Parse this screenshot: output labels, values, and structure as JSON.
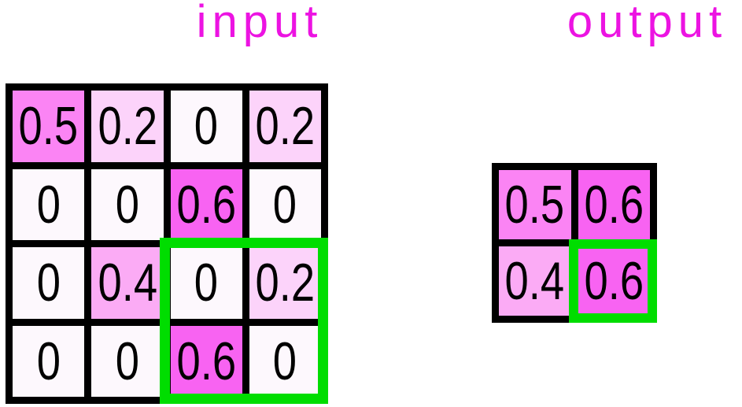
{
  "input_panel": {
    "title": "input",
    "grid": {
      "rows": [
        [
          "0.5",
          "0.2",
          "0",
          "0.2"
        ],
        [
          "0",
          "0",
          "0.6",
          "0"
        ],
        [
          "0",
          "0.4",
          "0",
          "0.2"
        ],
        [
          "0",
          "0",
          "0.6",
          "0"
        ]
      ]
    }
  },
  "output_panel": {
    "title": "output",
    "grid": {
      "rows": [
        [
          "0.5",
          "0.6"
        ],
        [
          "0.4",
          "0.6"
        ]
      ]
    }
  },
  "colors": {
    "title_text": "#ec13e2",
    "grid_line": "#000000",
    "highlight_box": "#00dd00",
    "cell_value_colors": {
      "0": "#fdf8fd",
      "0.2": "#fcd3fa",
      "0.4": "#fbabf5",
      "0.5": "#fb84f4",
      "0.6": "#f863f2"
    }
  }
}
